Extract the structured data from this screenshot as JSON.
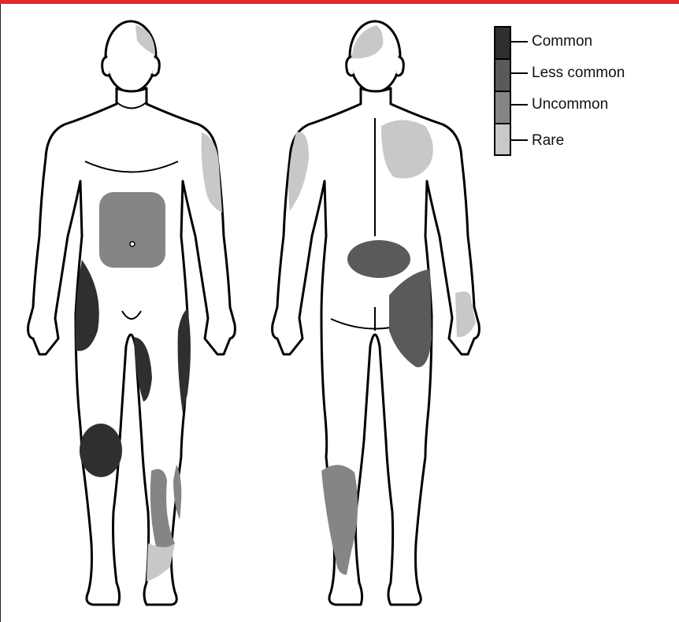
{
  "colors": {
    "accent_bar": "#e02a2a",
    "outline": "#000000",
    "body_fill": "#ffffff",
    "common": "#2f2f2f",
    "less_common": "#5a5a5a",
    "uncommon": "#858585",
    "rare": "#c8c8c8"
  },
  "legend": {
    "items": [
      {
        "label": "Common",
        "color": "#2f2f2f"
      },
      {
        "label": "Less common",
        "color": "#5a5a5a"
      },
      {
        "label": "Uncommon",
        "color": "#858585"
      },
      {
        "label": "Rare",
        "color": "#c8c8c8"
      }
    ]
  },
  "figures": {
    "front": {
      "regions": [
        {
          "area": "head",
          "frequency": "rare"
        },
        {
          "area": "left-upper-arm",
          "frequency": "rare"
        },
        {
          "area": "abdomen",
          "frequency": "uncommon"
        },
        {
          "area": "right-outer-thigh",
          "frequency": "common"
        },
        {
          "area": "left-inner-thigh",
          "frequency": "common"
        },
        {
          "area": "left-outer-thigh",
          "frequency": "common"
        },
        {
          "area": "right-knee",
          "frequency": "common"
        },
        {
          "area": "left-shin",
          "frequency": "uncommon"
        },
        {
          "area": "left-outer-shin",
          "frequency": "uncommon"
        },
        {
          "area": "left-ankle",
          "frequency": "rare"
        }
      ]
    },
    "back": {
      "regions": [
        {
          "area": "head",
          "frequency": "rare"
        },
        {
          "area": "right-upper-arm",
          "frequency": "rare"
        },
        {
          "area": "left-shoulder-blade",
          "frequency": "rare"
        },
        {
          "area": "lower-back",
          "frequency": "less_common"
        },
        {
          "area": "left-buttock-thigh",
          "frequency": "less_common"
        },
        {
          "area": "left-hand",
          "frequency": "rare"
        },
        {
          "area": "right-calf",
          "frequency": "uncommon"
        }
      ]
    }
  }
}
